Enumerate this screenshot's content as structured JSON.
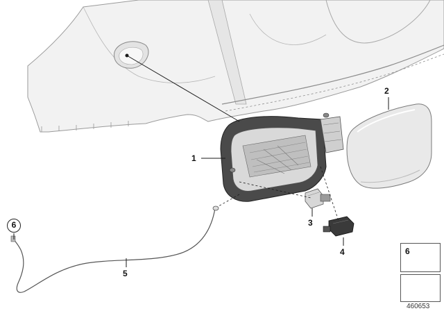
{
  "callouts": {
    "c1": "1",
    "c2": "2",
    "c3": "3",
    "c4": "4",
    "c5": "5",
    "c6": "6"
  },
  "legend": {
    "item_number": "6"
  },
  "diagram_number": "460653",
  "colors": {
    "outline": "#8a8a8a",
    "body_fill": "#f1f1f1",
    "dark_part": "#3a3a3a",
    "lead_line": "#1a1a1a"
  }
}
